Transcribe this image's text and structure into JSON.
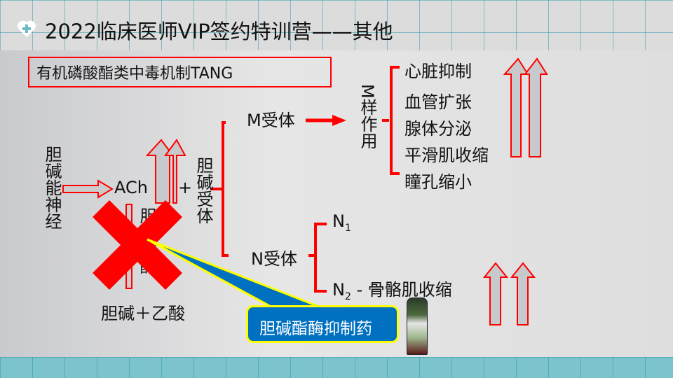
{
  "header": {
    "title": "2022临床医师VIP签约特训营——其他",
    "icon": "heart-plus-icon"
  },
  "subtitle": "有机磷酸酯类中毒机制TANG",
  "diagram": {
    "nerve": "胆碱能神经",
    "ach": "ACh",
    "plus": "+",
    "receptor": "胆碱受体",
    "hidden_enzyme": "胆碱酯酶",
    "products": "胆碱＋乙酸",
    "m_receptor": "M受体",
    "m_effect": "M样作用",
    "m_effects": [
      "心脏抑制",
      "血管扩张",
      "腺体分泌",
      "平滑肌收缩",
      "瞳孔缩小"
    ],
    "n_receptor": "N受体",
    "n1": "N",
    "n1_sub": "1",
    "n2": "N",
    "n2_sub": "2",
    "n2_effect": " - 骨骼肌收缩",
    "callout": "胆碱酯酶抑制药"
  },
  "colors": {
    "red": "#ff0000",
    "callout_bg": "#0070c0",
    "callout_border": "#ffff00",
    "teal": "#7cc4cd"
  }
}
